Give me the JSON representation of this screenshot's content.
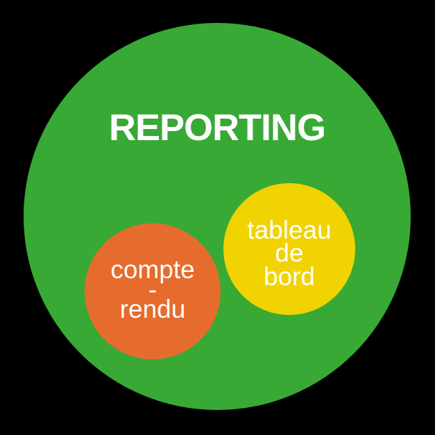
{
  "canvas": {
    "background_color": "#000000"
  },
  "diagram": {
    "outer": {
      "label": "REPORTING",
      "color": "#39A935",
      "text_color": "#FFFFFF"
    },
    "children": [
      {
        "name": "compte-rendu",
        "lines": [
          "compte",
          "-",
          "rendu"
        ],
        "color": "#E66C2E",
        "text_color": "#FFFFFF"
      },
      {
        "name": "tableau-de-bord",
        "lines": [
          "tableau",
          "de",
          "bord"
        ],
        "color": "#F1D301",
        "text_color": "#FFFFFF"
      }
    ]
  }
}
